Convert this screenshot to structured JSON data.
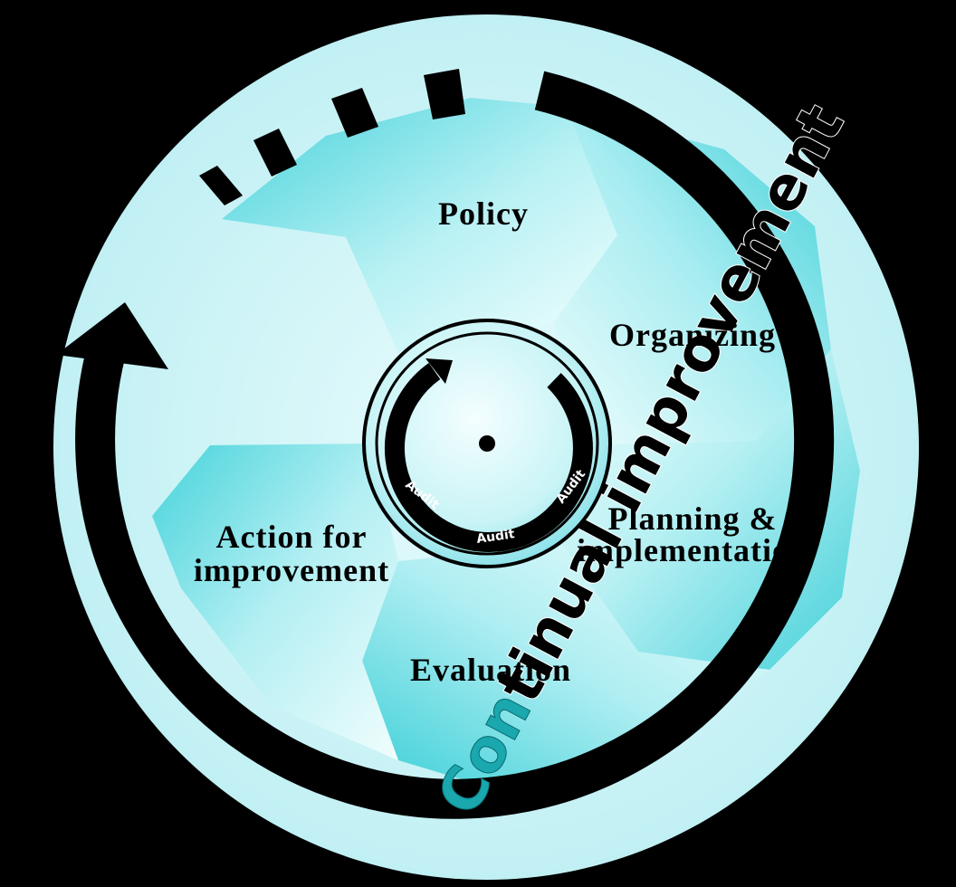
{
  "diagram": {
    "stages": [
      {
        "id": "policy",
        "lines": [
          "Policy"
        ]
      },
      {
        "id": "organizing",
        "lines": [
          "Organizing"
        ]
      },
      {
        "id": "planning",
        "lines": [
          "Planning &",
          "implementation"
        ]
      },
      {
        "id": "evaluation",
        "lines": [
          "Evaluation"
        ]
      },
      {
        "id": "action",
        "lines": [
          "Action for",
          "improvement"
        ]
      }
    ],
    "center_ring": {
      "labels": [
        "Audit",
        "Audit",
        "Audit"
      ]
    },
    "outer_ring": {
      "label_prefix": "Con",
      "label_rest": "tinual improvement"
    },
    "colors": {
      "background": "#000000",
      "disc_fill": "#c6f4f6",
      "petal_light": "#f0fdfd",
      "petal_mid": "#9ae8ee",
      "petal_dark": "#3ccfd8",
      "arrow": "#000000",
      "label_accent": "#1aa7ae"
    },
    "icons": {
      "continual_arrow": "circular-arrow-icon",
      "audit_arrow": "circular-arrow-icon",
      "center": "dot-icon"
    }
  }
}
